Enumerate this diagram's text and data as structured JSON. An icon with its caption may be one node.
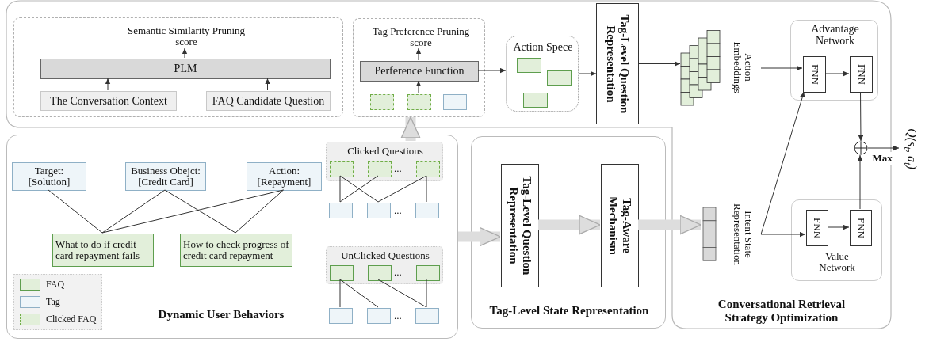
{
  "diagram": {
    "nodes": [
      {
        "text": [
          "Conversational Retrieval Strategy Optimization"
        ]
      },
      {
        "text": [],
        "shape": "box",
        "in": 0
      },
      {
        "text": [
          "Semantic Similarity Pruning score"
        ],
        "in": 1
      },
      {
        "text": [
          "PLM"
        ],
        "in": 1
      },
      {
        "text": [
          "The Conversation Context"
        ],
        "in": 1
      },
      {
        "text": [
          "FAQ Candidate Question"
        ],
        "in": 1
      },
      {
        "text": [],
        "shape": "box",
        "in": 0
      },
      {
        "text": [
          "Tag Preference Pruning score"
        ],
        "in": 6
      },
      {
        "text": [
          "Perference Function"
        ],
        "in": 6
      },
      {
        "text": [],
        "shape": "box",
        "in": 6
      },
      {
        "text": [],
        "shape": "box",
        "in": 6
      },
      {
        "text": [],
        "shape": "box",
        "in": 6
      },
      {
        "text": [
          "Action Spece"
        ],
        "in": 0
      },
      {
        "text": [],
        "shape": "box",
        "in": 12
      },
      {
        "text": [],
        "shape": "box",
        "in": 12
      },
      {
        "text": [],
        "shape": "box",
        "in": 12
      },
      {
        "text": [
          "Tag-Level Question Representation"
        ],
        "in": 0
      },
      {
        "text": [],
        "shape": "picture",
        "beside": [
          "Action Embeddings"
        ],
        "in": 0
      },
      {
        "text": [
          "Advantage Network"
        ],
        "in": 0
      },
      {
        "text": [
          "FNN"
        ],
        "in": 18
      },
      {
        "text": [
          "FNN"
        ],
        "in": 18
      },
      {
        "text": [],
        "shape": "circle",
        "in": 0
      },
      {
        "text": [
          "Q(s$_{t}$, a$_{t}$)"
        ]
      },
      {
        "text": [],
        "shape": "picture",
        "beside": [
          "Intent State Representation"
        ],
        "in": 0
      },
      {
        "text": [
          "Value Network"
        ],
        "in": 0
      },
      {
        "text": [
          "FNN"
        ],
        "in": 24
      },
      {
        "text": [
          "FNN"
        ],
        "in": 24
      },
      {
        "text": [
          "Dynamic User Behaviors"
        ]
      },
      {
        "text": [
          "Target: [Solution]"
        ],
        "in": 27
      },
      {
        "text": [
          "Business Obejct: [Credit Card]"
        ],
        "in": 27
      },
      {
        "text": [
          "Action: [Repayment]"
        ],
        "in": 27
      },
      {
        "text": [
          "What to do if credit card repayment fails"
        ],
        "in": 27
      },
      {
        "text": [
          "How to check progress of credit card repayment"
        ],
        "in": 27
      },
      {
        "text": [
          "Clicked Questions"
        ],
        "in": 27
      },
      {
        "text": [],
        "shape": "box",
        "in": 33
      },
      {
        "text": [],
        "shape": "box",
        "in": 33
      },
      {
        "text": [],
        "shape": "box",
        "in": 33
      },
      {
        "text": [],
        "shape": "box",
        "in": 27
      },
      {
        "text": [],
        "shape": "box",
        "in": 27
      },
      {
        "text": [],
        "shape": "box",
        "in": 27
      },
      {
        "text": [
          "UnClicked Questions"
        ],
        "in": 27
      },
      {
        "text": [],
        "shape": "box",
        "in": 40
      },
      {
        "text": [],
        "shape": "box",
        "in": 40
      },
      {
        "text": [],
        "shape": "box",
        "in": 40
      },
      {
        "text": [],
        "shape": "box",
        "in": 27
      },
      {
        "text": [],
        "shape": "box",
        "in": 27
      },
      {
        "text": [],
        "shape": "box",
        "in": 27
      },
      {
        "text": [
          "Tag-Level State Representation"
        ]
      },
      {
        "text": [
          "Tag-Level Question Representation"
        ],
        "in": 47
      },
      {
        "text": [
          "Tag-Aware Mechanism"
        ],
        "in": 47
      }
    ],
    "edges": [
      {
        "from": 4,
        "to": 3,
        "arrow": "to"
      },
      {
        "from": 5,
        "to": 3,
        "arrow": "to"
      },
      {
        "from": 3,
        "to": 2,
        "arrow": "to"
      },
      {
        "from": 10,
        "to": 8,
        "arrow": "to"
      },
      {
        "from": 8,
        "to": 7,
        "arrow": "to"
      },
      {
        "from": 8,
        "to": 12,
        "arrow": "to"
      },
      {
        "from": 12,
        "to": 16,
        "arrow": "to"
      },
      {
        "from": 16,
        "to": 17,
        "arrow": "to"
      },
      {
        "from": 17,
        "to": 19,
        "arrow": "to"
      },
      {
        "from": 19,
        "to": 20,
        "arrow": "to"
      },
      {
        "from": 20,
        "to": 21,
        "arrow": "to"
      },
      {
        "from": 26,
        "to": 21,
        "arrow": "to"
      },
      {
        "from": 21,
        "to": 22,
        "arrow": "to",
        "label": "Max"
      },
      {
        "from": 23,
        "to": 25,
        "arrow": "to"
      },
      {
        "from": 25,
        "to": 26,
        "arrow": "to"
      },
      {
        "from": 23,
        "to": 19,
        "arrow": "to"
      },
      {
        "from": 28,
        "to": 31,
        "arrow": "none"
      },
      {
        "from": 29,
        "to": 31,
        "arrow": "none"
      },
      {
        "from": 30,
        "to": 31,
        "arrow": "none"
      },
      {
        "from": 29,
        "to": 32,
        "arrow": "none"
      },
      {
        "from": 30,
        "to": 32,
        "arrow": "none"
      },
      {
        "from": 34,
        "to": 37,
        "arrow": "none"
      },
      {
        "from": 34,
        "to": 38,
        "arrow": "none"
      },
      {
        "from": 35,
        "to": 37,
        "arrow": "none"
      },
      {
        "from": 36,
        "to": 38,
        "arrow": "none"
      },
      {
        "from": 36,
        "to": 39,
        "arrow": "none"
      },
      {
        "from": 41,
        "to": 44,
        "arrow": "none"
      },
      {
        "from": 41,
        "to": 45,
        "arrow": "none"
      },
      {
        "from": 42,
        "to": 46,
        "arrow": "none"
      },
      {
        "from": 43,
        "to": 46,
        "arrow": "none"
      },
      {
        "from": 33,
        "to": 6,
        "arrow": "to",
        "style": "thick",
        "color": "#dddddd"
      },
      {
        "from": 27,
        "to": 48,
        "arrow": "to",
        "style": "thick",
        "color": "#dddddd"
      },
      {
        "from": 48,
        "to": 49,
        "arrow": "to",
        "style": "thick",
        "color": "#dddddd"
      },
      {
        "from": 49,
        "to": 23,
        "arrow": "to",
        "style": "thick",
        "color": "#dddddd"
      }
    ],
    "labels": [
      "...",
      "...",
      "...",
      "..."
    ],
    "legend": [
      {
        "text": "FAQ",
        "color": "#e2efda"
      },
      {
        "text": "Tag",
        "color": "#eef5f9"
      },
      {
        "text": "Clicked FAQ"
      }
    ]
  }
}
